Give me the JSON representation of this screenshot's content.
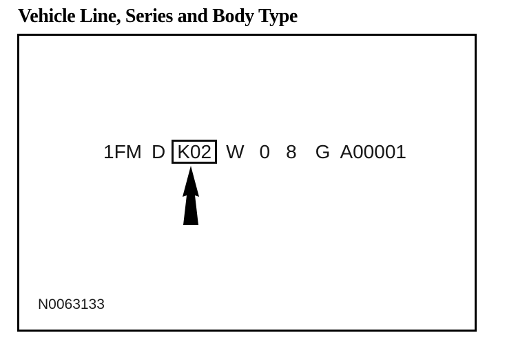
{
  "title": "Vehicle Line, Series and Body Type",
  "figure": {
    "vin_segments": [
      "1FM",
      "D",
      "K02",
      "W",
      "0",
      "8",
      "G",
      "A00001"
    ],
    "highlighted_segment": "K02",
    "figure_number": "N0063133",
    "icons": {
      "pointer": "up-arrow-icon"
    },
    "colors": {
      "ink": "#000000",
      "paper": "#ffffff"
    }
  }
}
